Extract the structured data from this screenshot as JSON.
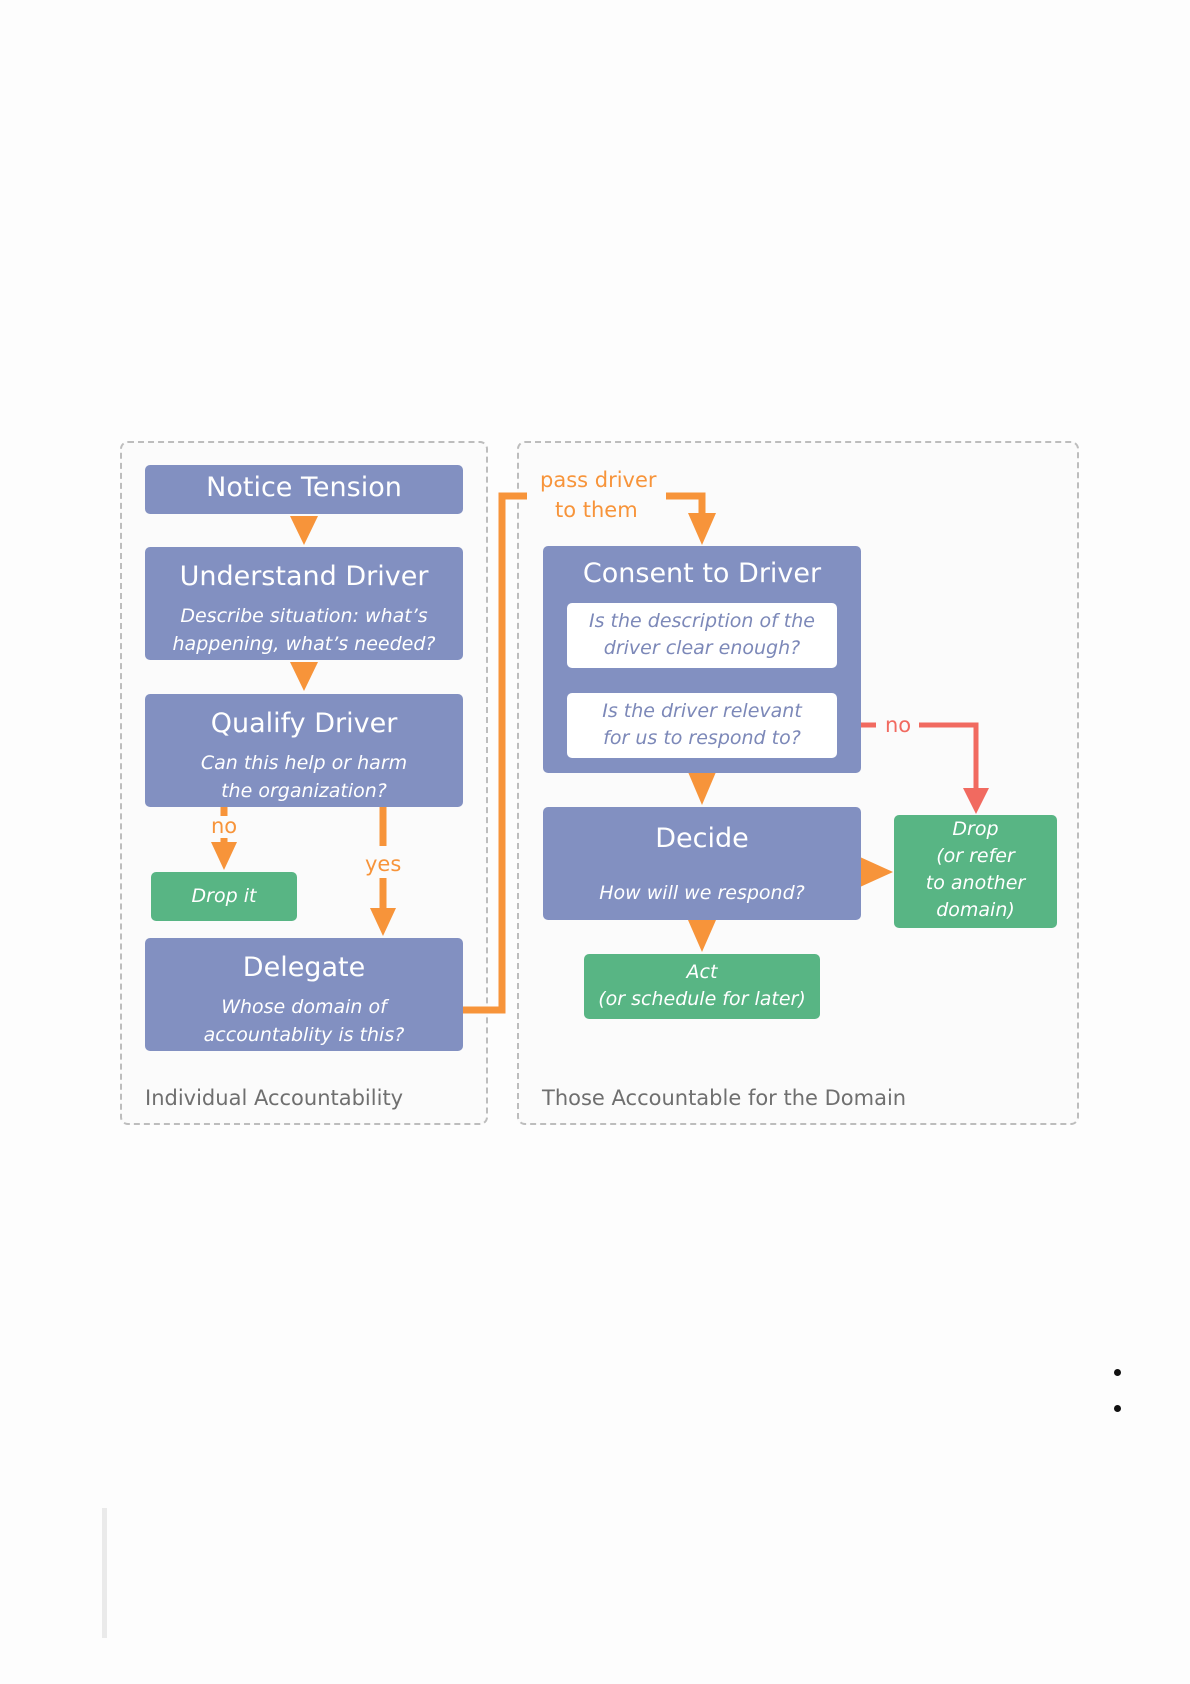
{
  "panels": {
    "left_label": "Individual Accountability",
    "right_label": "Those Accountable for the Domain"
  },
  "nodes": {
    "notice": {
      "title": "Notice Tension"
    },
    "understand": {
      "title": "Understand Driver",
      "subtitle_1": "Describe situation: what’s",
      "subtitle_2": "happening, what’s needed?"
    },
    "qualify": {
      "title": "Qualify Driver",
      "subtitle_1": "Can this help or harm",
      "subtitle_2": "the organization?"
    },
    "drop_it": {
      "text": "Drop it"
    },
    "delegate": {
      "title": "Delegate",
      "subtitle_1": "Whose domain of",
      "subtitle_2": "accountablity is this?"
    },
    "consent": {
      "title": "Consent to Driver",
      "q1_line1": "Is the description of the",
      "q1_line2": "driver clear enough?",
      "q2_line1": "Is the driver relevant",
      "q2_line2": "for us to respond to?"
    },
    "decide": {
      "title": "Decide",
      "subtitle": "How will we respond?"
    },
    "drop_refer": {
      "line1": "Drop",
      "line2": "(or refer",
      "line3": "to another",
      "line4": "domain)"
    },
    "act": {
      "line1": "Act",
      "line2": "(or schedule for later)"
    }
  },
  "edge_labels": {
    "no_left": "no",
    "yes": "yes",
    "pass_1": "pass driver",
    "pass_2": "to them",
    "no_right": "no"
  },
  "colors": {
    "process": "#8290c1",
    "outcome": "#58b584",
    "flow": "#f7943a",
    "reject": "#f16a60"
  }
}
